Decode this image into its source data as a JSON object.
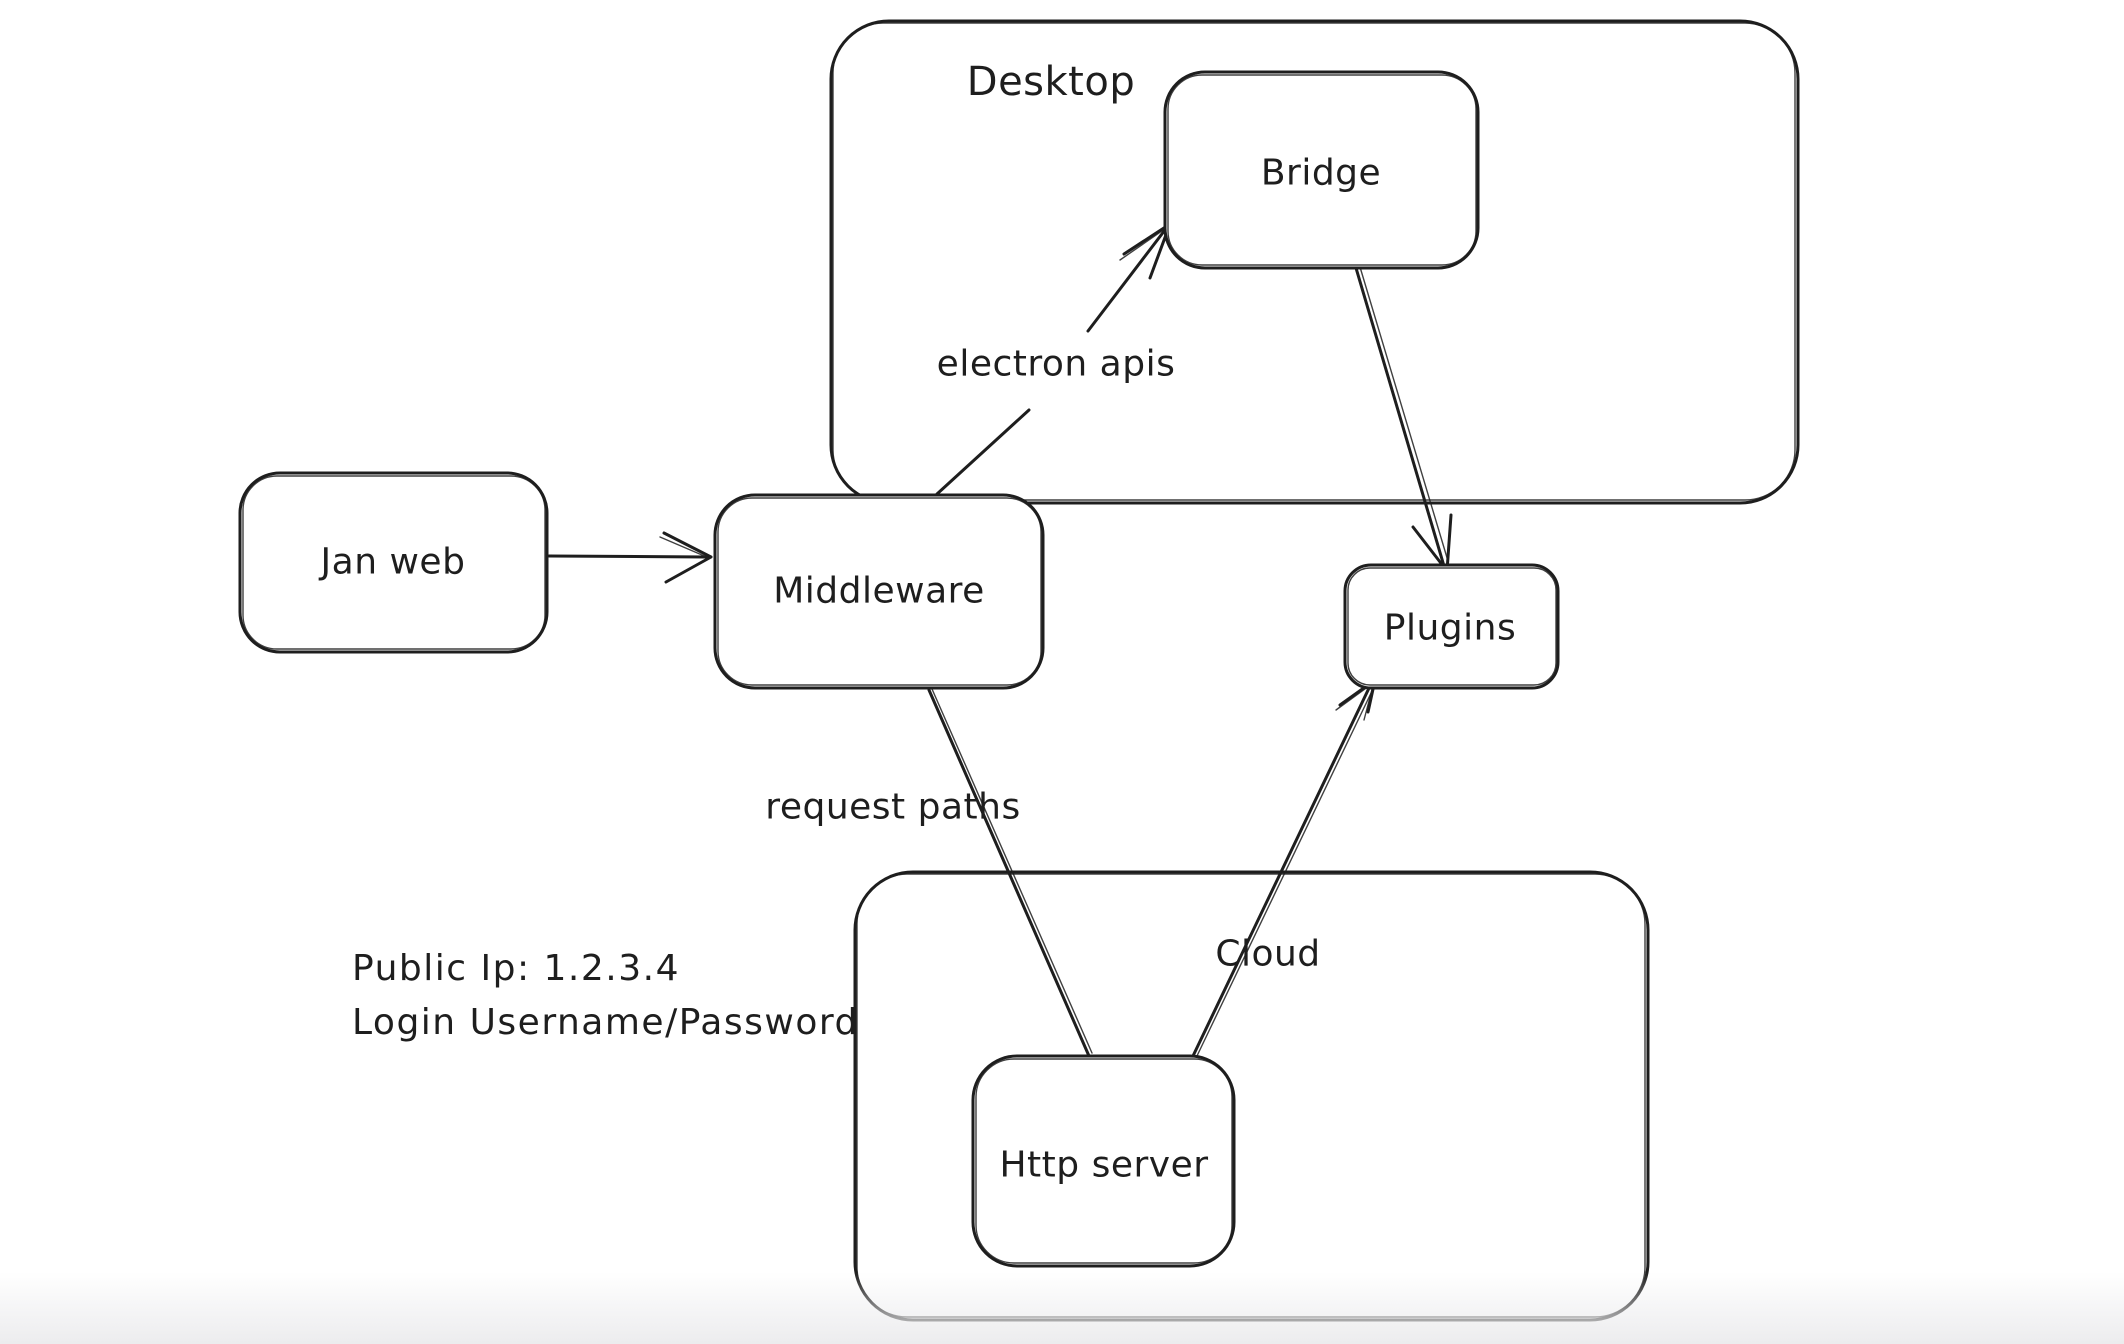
{
  "diagram": {
    "background": "#ffffff",
    "stroke_color": "#1e1e1e",
    "containers": [
      {
        "label": "Desktop"
      },
      {
        "label": "Cloud"
      }
    ],
    "nodes": [
      {
        "label": "Jan web"
      },
      {
        "label": "Middleware"
      },
      {
        "label": "Bridge"
      },
      {
        "label": "Plugins"
      },
      {
        "label": "Http server"
      }
    ],
    "edges": [
      {
        "from": "Jan web",
        "to": "Middleware",
        "label": ""
      },
      {
        "from": "Middleware",
        "to": "Bridge",
        "label": "electron apis"
      },
      {
        "from": "Bridge",
        "to": "Plugins",
        "label": ""
      },
      {
        "from": "Middleware",
        "to": "Http server",
        "label": "request paths"
      },
      {
        "from": "Http server",
        "to": "Plugins",
        "label": ""
      }
    ],
    "annotations": [
      {
        "text": "Public Ip: 1.2.3.4"
      },
      {
        "text": "Login Username/Password"
      }
    ]
  }
}
